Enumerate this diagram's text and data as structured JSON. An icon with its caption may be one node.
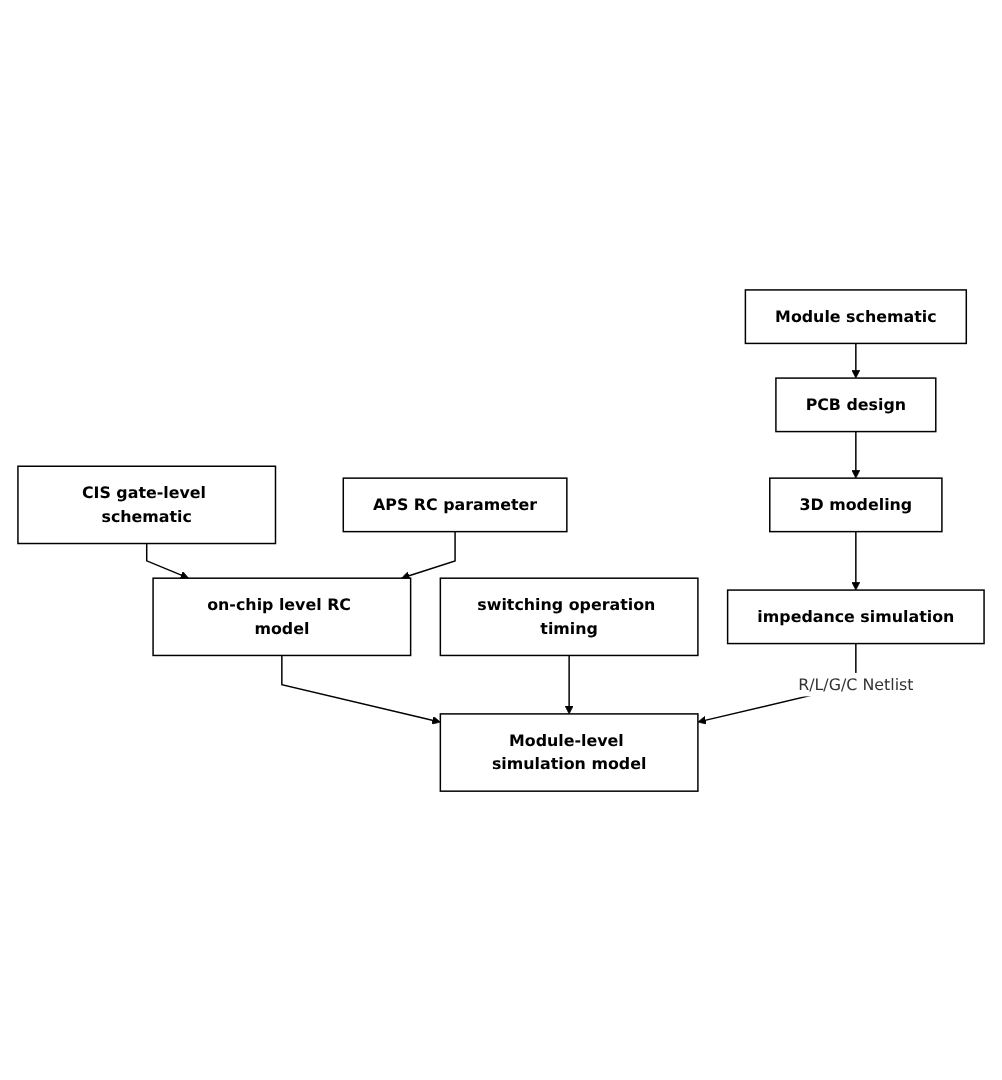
{
  "diagram": {
    "nodes": [
      {
        "text": [
          "Module schematic"
        ]
      },
      {
        "text": [
          "CIS gate-level schematic"
        ]
      },
      {
        "text": [
          "PCB design"
        ]
      },
      {
        "text": [
          "APS RC parameter"
        ]
      },
      {
        "text": [
          "3D modeling"
        ]
      },
      {
        "text": [
          "on-chip level RC model"
        ]
      },
      {
        "text": [
          "impedance simulation"
        ]
      },
      {
        "text": [
          "switching operation timing"
        ]
      },
      {
        "text": [
          "Module-level simulation model"
        ]
      }
    ],
    "edges": [
      {
        "from": 0,
        "to": 2,
        "arrow": "to"
      },
      {
        "from": 2,
        "to": 4,
        "arrow": "to"
      },
      {
        "from": 4,
        "to": 6,
        "arrow": "to"
      },
      {
        "from": 1,
        "to": 5,
        "arrow": "to"
      },
      {
        "from": 3,
        "to": 5,
        "arrow": "to"
      },
      {
        "from": 5,
        "to": 8,
        "arrow": "to"
      },
      {
        "from": 7,
        "to": 8,
        "arrow": "to"
      },
      {
        "from": 6,
        "to": 8,
        "arrow": "to",
        "label": "R/L/G/C Netlist"
      }
    ]
  }
}
